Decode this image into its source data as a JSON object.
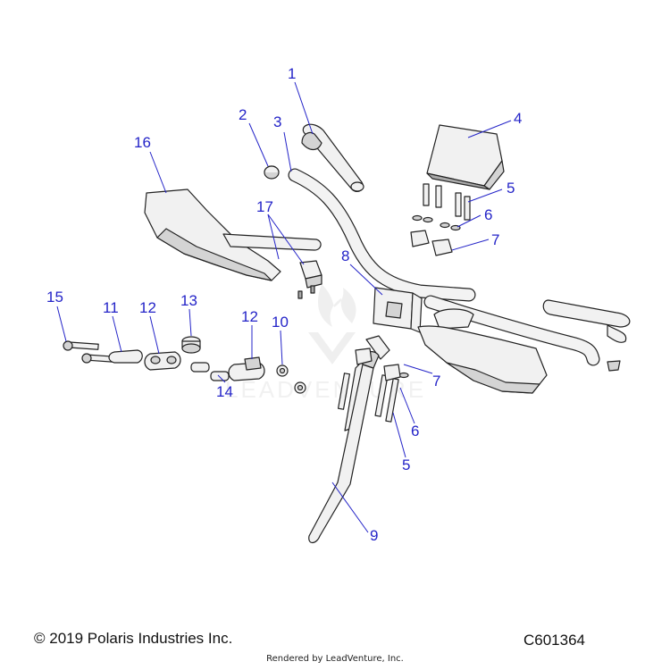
{
  "callouts": {
    "c1": "1",
    "c2": "2",
    "c3": "3",
    "c4": "4",
    "c5a": "5",
    "c5b": "5",
    "c6a": "6",
    "c6b": "6",
    "c7a": "7",
    "c7b": "7",
    "c8": "8",
    "c9": "9",
    "c10": "10",
    "c11": "11",
    "c12a": "12",
    "c12b": "12",
    "c13": "13",
    "c14": "14",
    "c15": "15",
    "c16": "16",
    "c17": "17"
  },
  "watermark": "LEADVENTURE",
  "footer": {
    "copyright": "© 2019 Polaris Industries Inc.",
    "diagram_code": "C601364",
    "render_credit": "Rendered by LeadVenture, Inc."
  },
  "colors": {
    "callout": "#2424c8",
    "line": "#222222",
    "part_fill": "#f1f1f1"
  }
}
